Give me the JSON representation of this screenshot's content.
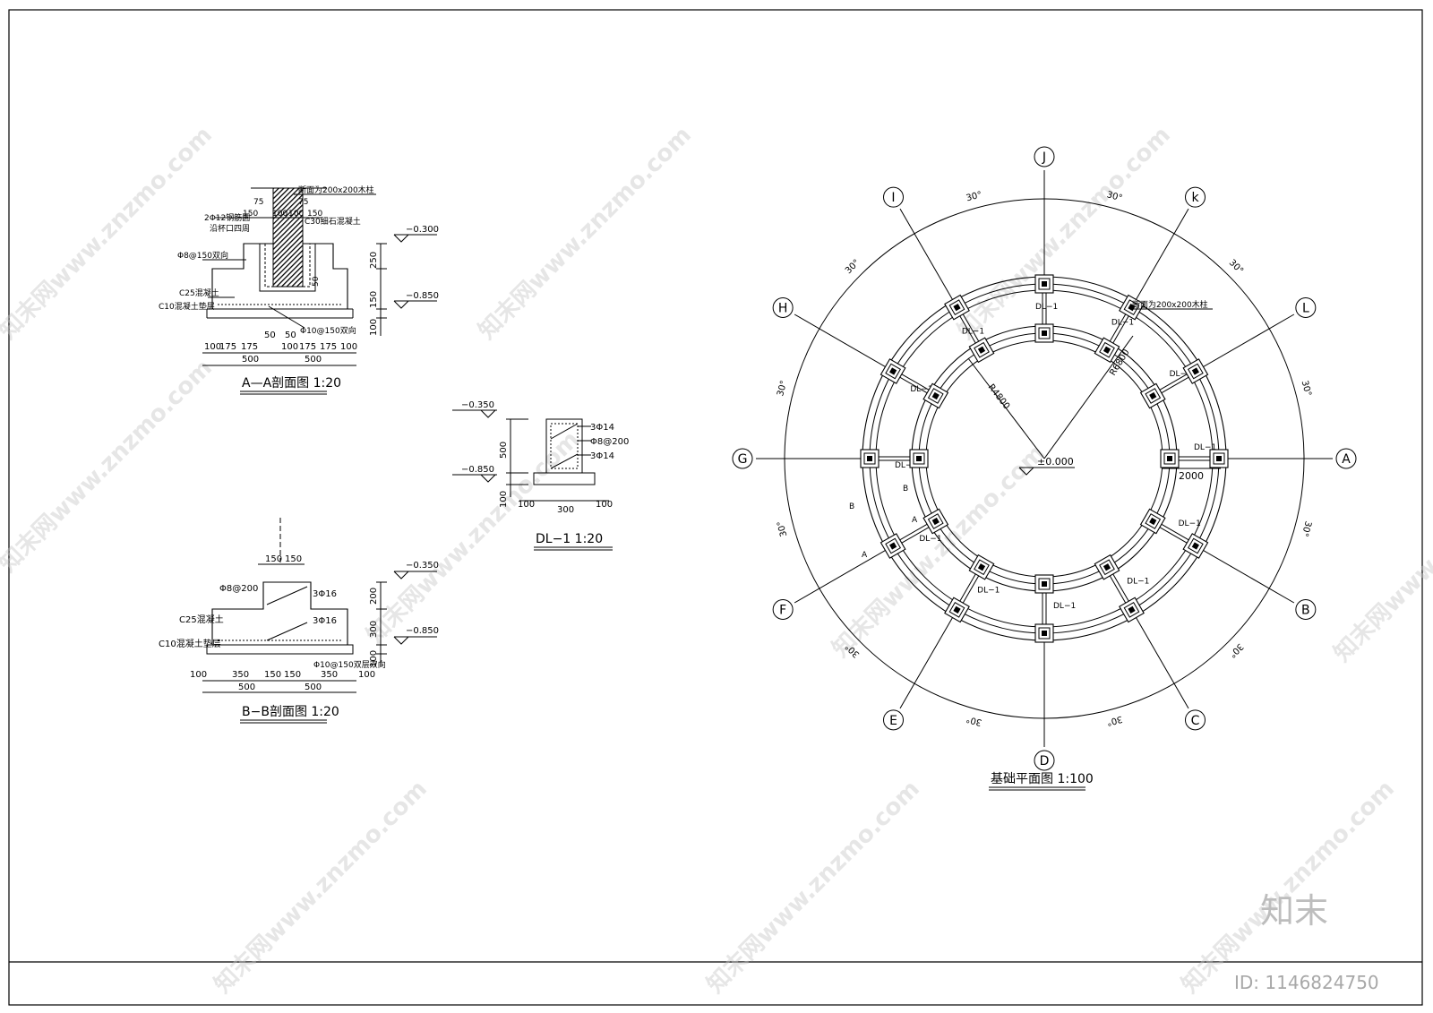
{
  "section_aa": {
    "title": "A—A剖面图 1:20",
    "column_note": "断面为200x200木柱",
    "rebar_top": "2Φ12钢筋圆",
    "rebar_top2": "沿杯口四周",
    "concrete_fill": "C30细石混凝土",
    "stirrup": "Φ8@150双向",
    "c25": "C25混凝土",
    "c10": "C10混凝土垫层",
    "bottom_bar": "Φ10@150双向",
    "elev_top": "−0.300",
    "elev_bottom": "−0.850",
    "dim_75a": "75",
    "dim_75b": "75",
    "dim_150a": "150",
    "dim_100a": "100",
    "dim_100b": "100",
    "dim_150b": "150",
    "dim_v250": "250",
    "dim_v150": "150",
    "dim_v100": "100",
    "dim_v50": "50",
    "dims_bottom_row1": [
      "100",
      "175",
      "175",
      "50",
      "50",
      "100",
      "175",
      "175",
      "100"
    ],
    "dims_bottom_row2": [
      "500",
      "500"
    ]
  },
  "section_dl1": {
    "title": "DL−1  1:20",
    "elev_top": "−0.350",
    "elev_bottom": "−0.850",
    "dim_500": "500",
    "dim_100": "100",
    "dim_100b": "100",
    "dim_100c": "100",
    "dim_300": "300",
    "bar_top": "3Φ14",
    "stirrup": "Φ8@200",
    "bar_bottom": "3Φ14"
  },
  "section_bb": {
    "title": "B−B剖面图  1:20",
    "dim_150a": "150",
    "dim_150b": "150",
    "stirrup": "Φ8@200",
    "bar_top": "3Φ16",
    "c25": "C25混凝土",
    "bar_bottom": "3Φ16",
    "c10": "C10混凝土垫层",
    "bottom_bar": "Φ10@150双层双向",
    "elev_top": "−0.350",
    "elev_bottom": "−0.850",
    "dim_v200": "200",
    "dim_v300": "300",
    "dim_v100": "100",
    "dims_bottom": [
      "100",
      "350",
      "150",
      "150",
      "350",
      "100"
    ],
    "dims_bottom_row2": [
      "500",
      "500"
    ]
  },
  "plan": {
    "title": "基础平面图  1:100",
    "axis_labels": [
      "A",
      "B",
      "C",
      "D",
      "E",
      "F",
      "G",
      "H",
      "I",
      "J",
      "k",
      "L"
    ],
    "angle_label": "30°",
    "column_note": "断面为200x200木柱",
    "r_outer": "R6800",
    "r_inner": "R4800",
    "elevation": "±0.000",
    "dim_2000": "2000",
    "beam_label": "DL−1",
    "sec_a": "A",
    "sec_b": "B"
  },
  "brand": {
    "logo": "知末",
    "id": "ID: 1146824750",
    "watermark": "知末网www.znzmo.com"
  }
}
